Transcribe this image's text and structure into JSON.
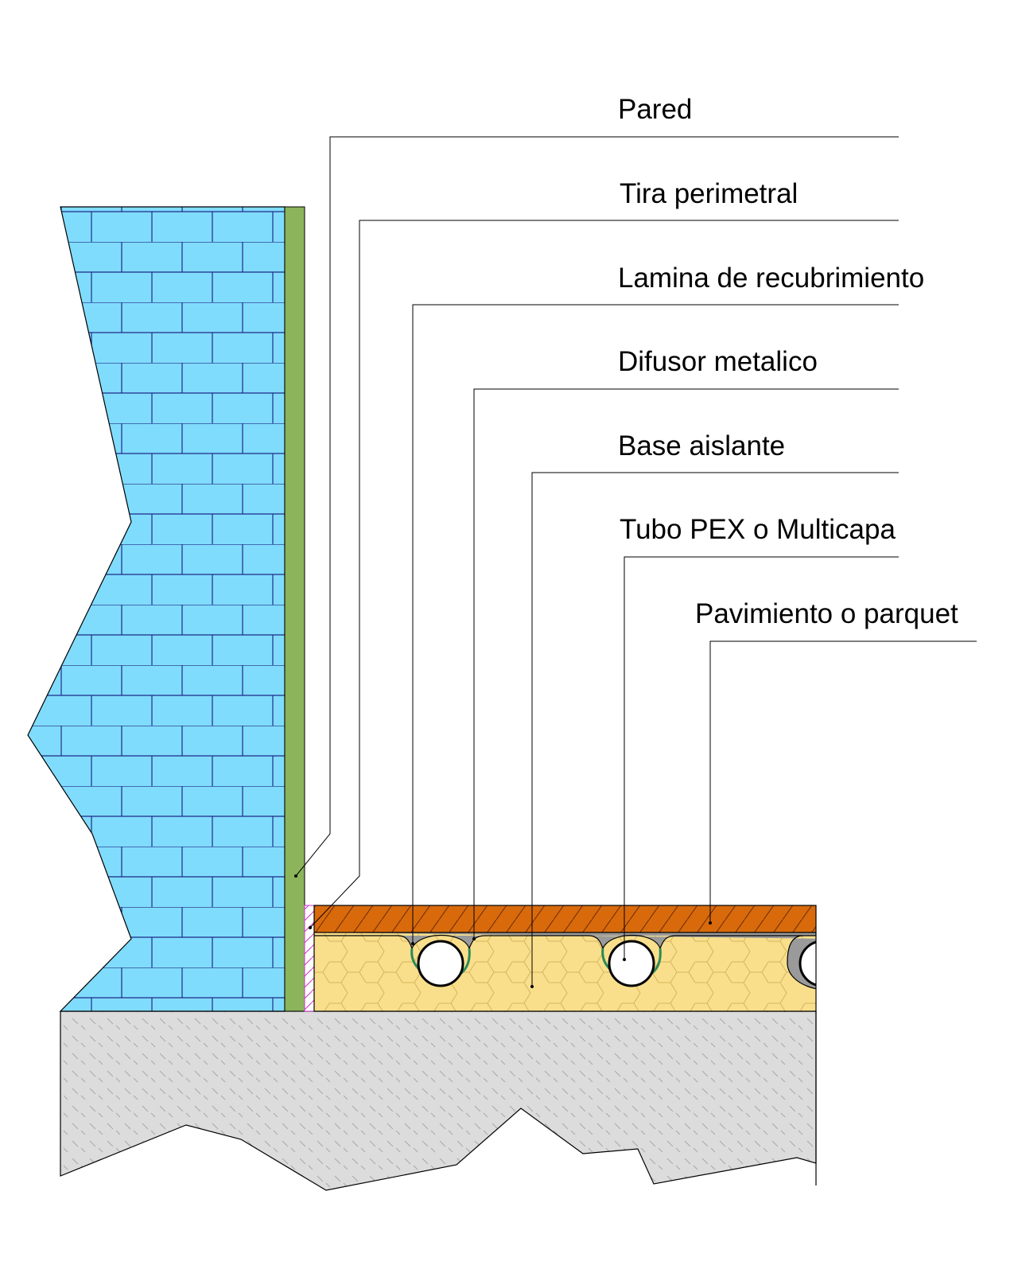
{
  "labels": {
    "pared": "Pared",
    "tira_perimetral": "Tira perimetral",
    "lamina_recubrimiento": "Lamina de recubrimiento",
    "difusor_metalico": "Difusor metalico",
    "base_aislante": "Base aislante",
    "tubo_pex": "Tubo PEX o Multicapa",
    "pavimiento": "Pavimiento o parquet"
  },
  "colors": {
    "wall_fill": "#80dcfc",
    "wall_mortar": "#1e2a8a",
    "perimeter_strip": "#8cb45a",
    "floor_finish": "#d86a0c",
    "insulation": "#f9df8c",
    "insulation_cells": "#d6b45c",
    "diffuser": "#9a9a9a",
    "concrete": "#dcdcdc",
    "expansion_hatch": "#cc33cc",
    "leader_line": "#000000"
  },
  "icons": {
    "wall": "brick-pattern",
    "insulation": "hexagon-pattern",
    "concrete": "diagonal-hatch",
    "pipe": "circle"
  }
}
